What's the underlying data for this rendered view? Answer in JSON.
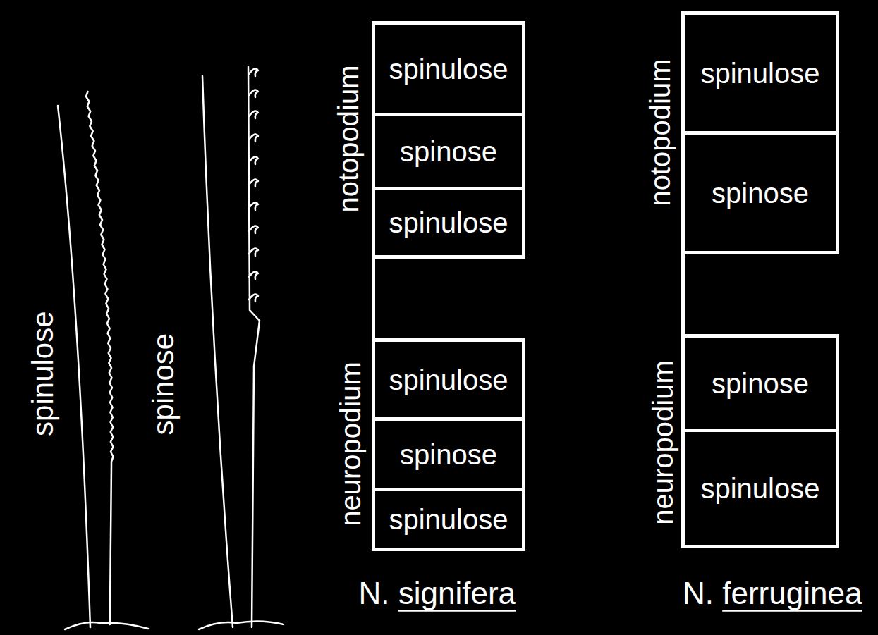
{
  "diagram": {
    "nodes": [
      {
        "text": [
          "notopodium"
        ]
      },
      {
        "text": [
          "spinulose"
        ],
        "in": 0
      },
      {
        "text": [
          "spinose"
        ],
        "in": 0
      },
      {
        "text": [
          "spinulose"
        ],
        "in": 0
      },
      {
        "text": [
          "neuropodium"
        ]
      },
      {
        "text": [
          "spinulose"
        ],
        "in": 4
      },
      {
        "text": [
          "spinose"
        ],
        "in": 4
      },
      {
        "text": [
          "spinulose"
        ],
        "in": 4
      },
      {
        "text": [
          "notopodium"
        ]
      },
      {
        "text": [
          "spinulose"
        ],
        "in": 8
      },
      {
        "text": [
          "spinose"
        ],
        "in": 8
      },
      {
        "text": [
          "neuropodium"
        ]
      },
      {
        "text": [
          "spinose"
        ],
        "in": 11
      },
      {
        "text": [
          "spinulose"
        ],
        "in": 11
      }
    ],
    "edges": [
      {
        "from": 0,
        "to": 4,
        "arrow": "none"
      },
      {
        "from": 8,
        "to": 11,
        "arrow": "none"
      }
    ],
    "labels": [
      "spinulose",
      "spinose",
      "N. signifera",
      "N. ferruginea"
    ]
  }
}
